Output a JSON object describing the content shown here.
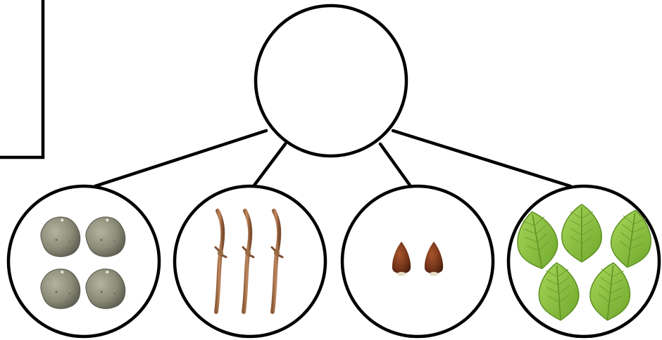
{
  "diagram": {
    "parent": {
      "label": ""
    },
    "groups": [
      {
        "item": "stone",
        "count": 4
      },
      {
        "item": "twig",
        "count": 3
      },
      {
        "item": "seed",
        "count": 2
      },
      {
        "item": "leaf",
        "count": 5
      }
    ],
    "colors": {
      "stroke": "#000000",
      "stone": "#8c8c78",
      "twig": "#b07a52",
      "seed": "#7a3a1e",
      "leaf": "#8cc43c"
    }
  }
}
